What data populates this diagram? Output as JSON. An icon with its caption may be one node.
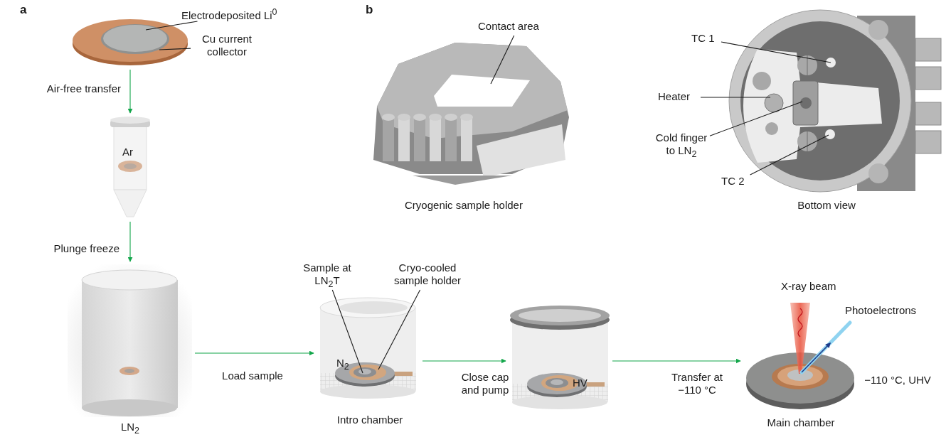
{
  "diagram": {
    "nodes": [
      {
        "text": [],
        "shape": "picture"
      },
      {
        "text": [
          "Electrodeposited Li$^{0}$"
        ]
      },
      {
        "text": [
          "Cu current collector"
        ]
      },
      {
        "text": [
          "Ar"
        ]
      },
      {
        "text": [],
        "shape": "picture",
        "beside": [
          "LN$_{2}$"
        ]
      },
      {
        "text": [
          "Sample at LN$_{2}$T"
        ]
      },
      {
        "text": [
          "Cryo-cooled sample holder"
        ]
      },
      {
        "text": [
          "N$_{2}$"
        ],
        "beside": [
          "Intro chamber"
        ]
      },
      {
        "text": [
          "HV"
        ]
      },
      {
        "text": [],
        "shape": "picture",
        "beside": [
          "−110 °C, UHV",
          "Main chamber"
        ]
      },
      {
        "text": [],
        "shape": "picture",
        "beside": [
          "Cryogenic sample holder"
        ]
      },
      {
        "text": [
          "Contact area"
        ]
      },
      {
        "text": [],
        "shape": "picture",
        "beside": [
          "Bottom view"
        ]
      },
      {
        "text": [
          "TC 1"
        ]
      },
      {
        "text": [
          "Heater"
        ]
      },
      {
        "text": [
          "Cold finger to LN$_{2}$"
        ]
      },
      {
        "text": [
          "TC 2"
        ]
      }
    ],
    "edges": [
      {
        "from": 0,
        "to": 3,
        "arrow": "to",
        "label": "Air-free transfer",
        "color": "#12a64a"
      },
      {
        "from": 3,
        "to": 4,
        "arrow": "to",
        "label": "Plunge freeze",
        "color": "#12a64a"
      },
      {
        "from": 4,
        "to": 7,
        "arrow": "to",
        "label": "Load sample",
        "color": "#12a64a"
      },
      {
        "from": 7,
        "to": 8,
        "arrow": "to",
        "label": "Close cap and pump",
        "color": "#12a64a"
      },
      {
        "from": 8,
        "to": 9,
        "arrow": "to",
        "label": "Transfer at −110 °C",
        "color": "#12a64a"
      },
      {
        "from": 1,
        "to": 0,
        "arrow": "none"
      },
      {
        "from": 2,
        "to": 0,
        "arrow": "none"
      },
      {
        "from": 5,
        "to": 7,
        "arrow": "none"
      },
      {
        "from": 6,
        "to": 7,
        "arrow": "none"
      },
      {
        "from": 11,
        "to": 10,
        "arrow": "none"
      },
      {
        "from": 13,
        "to": 12,
        "arrow": "none"
      },
      {
        "from": 14,
        "to": 12,
        "arrow": "none"
      },
      {
        "from": 15,
        "to": 12,
        "arrow": "none"
      },
      {
        "from": 16,
        "to": 12,
        "arrow": "none"
      }
    ],
    "labels": [
      "a",
      "b",
      "X-ray beam",
      "Photoelectrons"
    ]
  }
}
